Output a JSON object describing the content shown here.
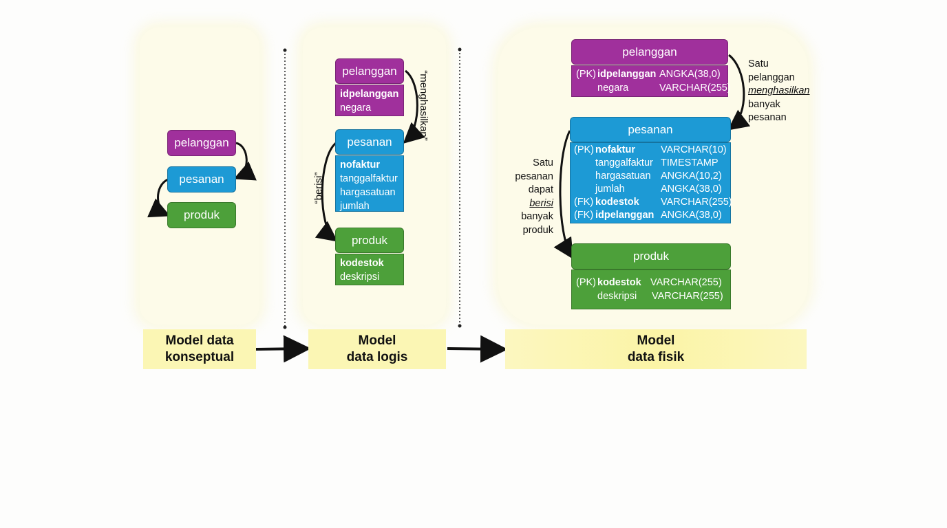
{
  "entities": {
    "pelanggan": "pelanggan",
    "pesanan": "pesanan",
    "produk": "produk"
  },
  "logis": {
    "pelanggan_attrs": [
      "idpelanggan",
      "negara"
    ],
    "pesanan_attrs": [
      "nofaktur",
      "tanggalfaktur",
      "hargasatuan",
      "jumlah"
    ],
    "produk_attrs": [
      "kodestok",
      "deskripsi"
    ],
    "rel_menghasilkan": "“menghasilkan”",
    "rel_berisi": "“berisi”"
  },
  "fisik": {
    "pelanggan_rows": [
      {
        "key": "(PK)",
        "name": "idpelanggan",
        "type": "ANGKA(38,0)"
      },
      {
        "key": "",
        "name": "negara",
        "type": "VARCHAR(255)"
      }
    ],
    "pesanan_rows": [
      {
        "key": "(PK)",
        "name": "nofaktur",
        "type": "VARCHAR(10)"
      },
      {
        "key": "",
        "name": "tanggalfaktur",
        "type": "TIMESTAMP"
      },
      {
        "key": "",
        "name": "hargasatuan",
        "type": "ANGKA(10,2)"
      },
      {
        "key": "",
        "name": "jumlah",
        "type": "ANGKA(38,0)"
      },
      {
        "key": "(FK)",
        "name": "kodestok",
        "type": "VARCHAR(255)"
      },
      {
        "key": "(FK)",
        "name": "idpelanggan",
        "type": "ANGKA(38,0)"
      }
    ],
    "produk_rows": [
      {
        "key": "(PK)",
        "name": "kodestok",
        "type": "VARCHAR(255)"
      },
      {
        "key": "",
        "name": "deskripsi",
        "type": "VARCHAR(255)"
      }
    ],
    "note_menghasilkan": {
      "l1": "Satu",
      "l2": "pelanggan",
      "l3": "menghasilkan",
      "l4": "banyak",
      "l5": "pesanan"
    },
    "note_berisi": {
      "l1": "Satu",
      "l2": "pesanan",
      "l3": "dapat",
      "l4": "berisi",
      "l5": "banyak",
      "l6": "produk"
    }
  },
  "labels": {
    "konseptual_l1": "Model data",
    "konseptual_l2": "konseptual",
    "logis_l1": "Model",
    "logis_l2": "data logis",
    "fisik_l1": "Model",
    "fisik_l2": "data fisik"
  },
  "colors": {
    "pelanggan": "#a0309c",
    "pesanan": "#1d9ad5",
    "produk": "#4da03a",
    "label_bg": "#fbf6b4"
  }
}
